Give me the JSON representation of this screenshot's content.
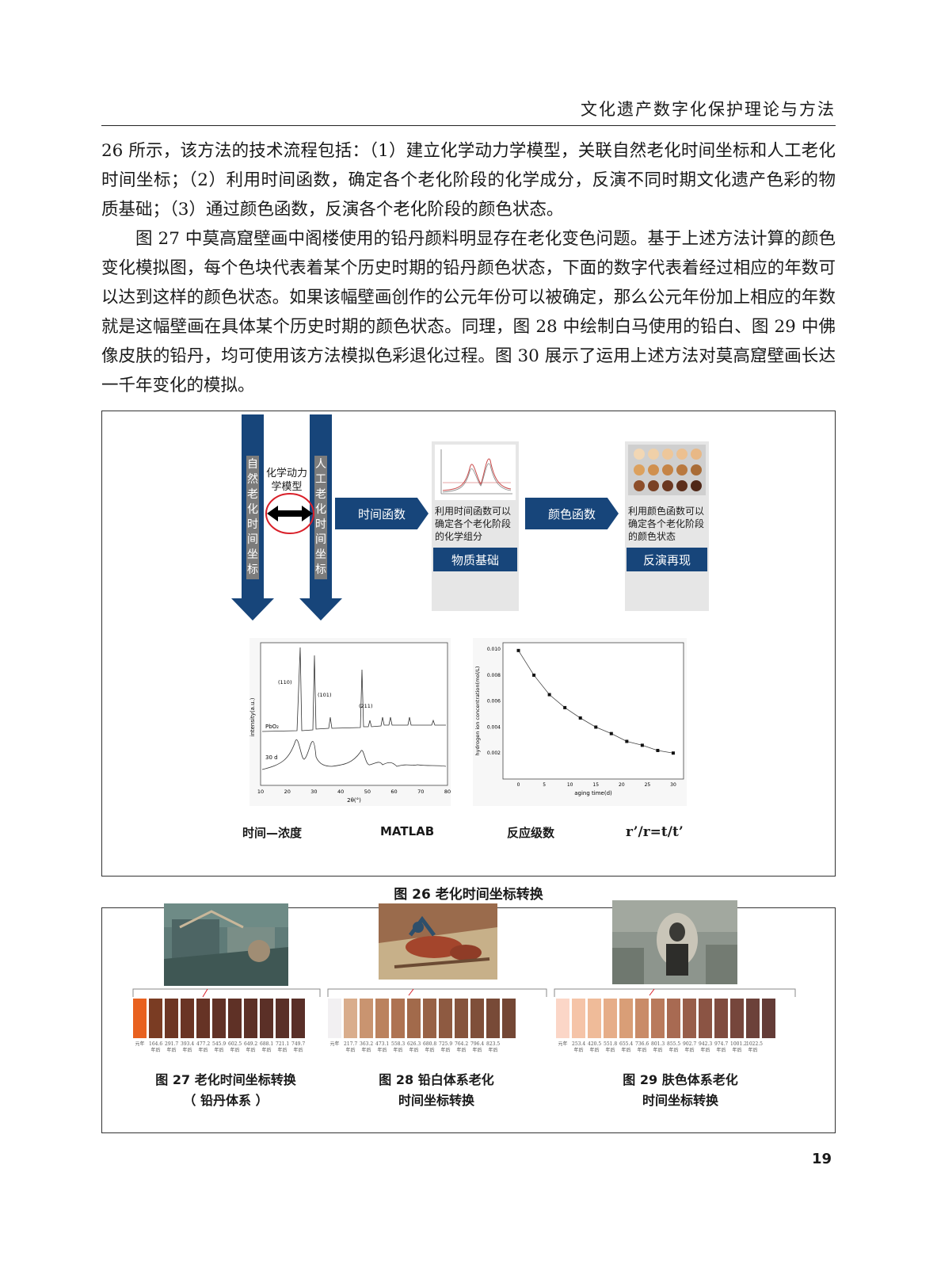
{
  "header": {
    "title": "文化遗产数字化保护理论与方法"
  },
  "body": {
    "paragraphs": [
      "26 所示，该方法的技术流程包括：（1）建立化学动力学模型，关联自然老化时间坐标和人工老化时间坐标；（2）利用时间函数，确定各个老化阶段的化学成分，反演不同时期文化遗产色彩的物质基础；（3）通过颜色函数，反演各个老化阶段的颜色状态。",
      "图 27 中莫高窟壁画中阁楼使用的铅丹颜料明显存在老化变色问题。基于上述方法计算的颜色变化模拟图，每个色块代表着某个历史时期的铅丹颜色状态，下面的数字代表着经过相应的年数可以达到这样的颜色状态。如果该幅壁画创作的公元年份可以被确定，那么公元年份加上相应的年数就是这幅壁画在具体某个历史时期的颜色状态。同理，图 28 中绘制白马使用的铅白、图 29 中佛像皮肤的铅丹，均可使用该方法模拟色彩退化过程。图 30 展示了运用上述方法对莫高窟壁画长达一千年变化的模拟。"
    ]
  },
  "fig26": {
    "caption": "图 26 老化时间坐标转换",
    "left_axis": "自然老化时间坐标",
    "right_axis": "人工老化时间坐标",
    "model_label": "化学动力学模型",
    "time_fn": "时间函数",
    "color_fn": "颜色函数",
    "card1_text": "利用时间函数可以确定各个老化阶段的化学组分",
    "card1_button": "物质基础",
    "card2_text": "利用颜色函数可以确定各个老化阶段的颜色状态",
    "card2_button": "反演再现",
    "bottom_labels": [
      "时间—浓度",
      "MATLAB",
      "反应级数",
      "r’/r=t/t’"
    ]
  },
  "xrd_chart": {
    "peaks": [
      "(110)",
      "(101)",
      "(211)"
    ],
    "series_labels": [
      "PbO₂",
      "30 d"
    ],
    "xlabel": "2θ(°)",
    "ylabel": "intensity(a.u.)",
    "x_ticks": [
      "10",
      "20",
      "30",
      "40",
      "50",
      "60",
      "70",
      "80"
    ]
  },
  "chart_data": {
    "type": "scatter",
    "xlabel": "aging time(d)",
    "ylabel": "hydrogen ion concentration(mol/L)",
    "xlim": [
      -3,
      32
    ],
    "ylim": [
      0,
      0.0105
    ],
    "x_ticks": [
      "0",
      "5",
      "10",
      "15",
      "20",
      "25",
      "30"
    ],
    "y_ticks": [
      "0.002",
      "0.004",
      "0.006",
      "0.008",
      "0.010"
    ],
    "x": [
      0,
      3,
      6,
      9,
      12,
      15,
      18,
      21,
      24,
      27,
      30
    ],
    "y": [
      0.0099,
      0.008,
      0.0065,
      0.0055,
      0.0047,
      0.004,
      0.0035,
      0.0029,
      0.0026,
      0.0022,
      0.002
    ]
  },
  "fig27": {
    "caption_line1": "图 27 老化时间坐标转换",
    "caption_line2": "（ 铅丹体系 ）",
    "swatches": [
      "#e8611f",
      "#7a3c23",
      "#6e3624",
      "#6a3424",
      "#663325",
      "#623226",
      "#5f3126",
      "#5d3127",
      "#5b3027",
      "#5a3028",
      "#592f28"
    ],
    "ticks": [
      "元年",
      "164.6 年后",
      "291.7 年后",
      "393.4 年后",
      "477.2 年后",
      "545.9 年后",
      "602.5 年后",
      "649.2 年后",
      "688.1 年后",
      "721.1 年后",
      "749.7 年后"
    ]
  },
  "fig28": {
    "caption_line1": "图 28 铅白体系老化",
    "caption_line2": "时间坐标转换",
    "swatches": [
      "#f2f0f2",
      "#d9ad8c",
      "#c99470",
      "#bb825e",
      "#ae7352",
      "#a26a4b",
      "#986246",
      "#8e5a41",
      "#86543d",
      "#7f4f3a",
      "#784a37",
      "#744735"
    ],
    "ticks": [
      "元年",
      "217.7 年后",
      "363.2 年后",
      "473.1 年后",
      "558.3 年后",
      "626.3 年后",
      "680.8 年后",
      "725.9 年后",
      "764.2 年后",
      "796.4 年后",
      "823.5 年后"
    ]
  },
  "fig29": {
    "caption_line1": "图 29 肤色体系老化",
    "caption_line2": "时间坐标转换",
    "swatches": [
      "#fbd6c7",
      "#f5c4a8",
      "#efbb99",
      "#e6ad88",
      "#d99e77",
      "#c98b68",
      "#b97a5c",
      "#a86a52",
      "#985e4a",
      "#8b5444",
      "#804c40",
      "#76463c",
      "#6c413a",
      "#643c37"
    ],
    "ticks": [
      "元年",
      "253.4 年后",
      "420.5 年后",
      "551.8 年后",
      "655.4 年后",
      "736.6 年后",
      "801.3 年后",
      "855.5 年后",
      "902.7 年后",
      "942.3 年后",
      "974.7 年后",
      "1001.2 年后",
      "1022.5 年后"
    ]
  },
  "page": {
    "number": "19"
  }
}
